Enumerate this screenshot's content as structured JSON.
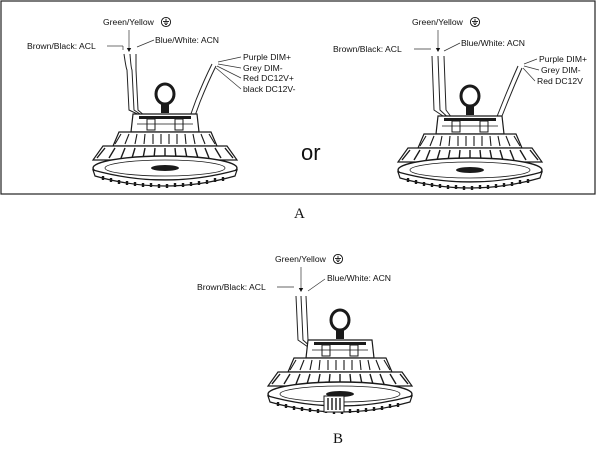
{
  "panel_a": {
    "caption": "A",
    "separator": "or",
    "left_lamp": {
      "ground_label": "Green/Yellow",
      "acl_label": "Brown/Black: ACL",
      "acn_label": "Blue/White: ACN",
      "dim_wires": [
        "Purple  DIM+",
        "Grey  DIM-",
        "Red  DC12V+",
        "black  DC12V-"
      ]
    },
    "right_lamp": {
      "ground_label": "Green/Yellow",
      "acl_label": "Brown/Black: ACL",
      "acn_label": "Blue/White: ACN",
      "dim_wires": [
        "Purple  DIM+",
        "Grey  DIM-",
        "Red  DC12V"
      ]
    }
  },
  "panel_b": {
    "caption": "B",
    "lamp": {
      "ground_label": "Green/Yellow",
      "acl_label": "Brown/Black: ACL",
      "acn_label": "Blue/White: ACN"
    }
  },
  "icons": {
    "ground": "earth-ground-icon"
  }
}
